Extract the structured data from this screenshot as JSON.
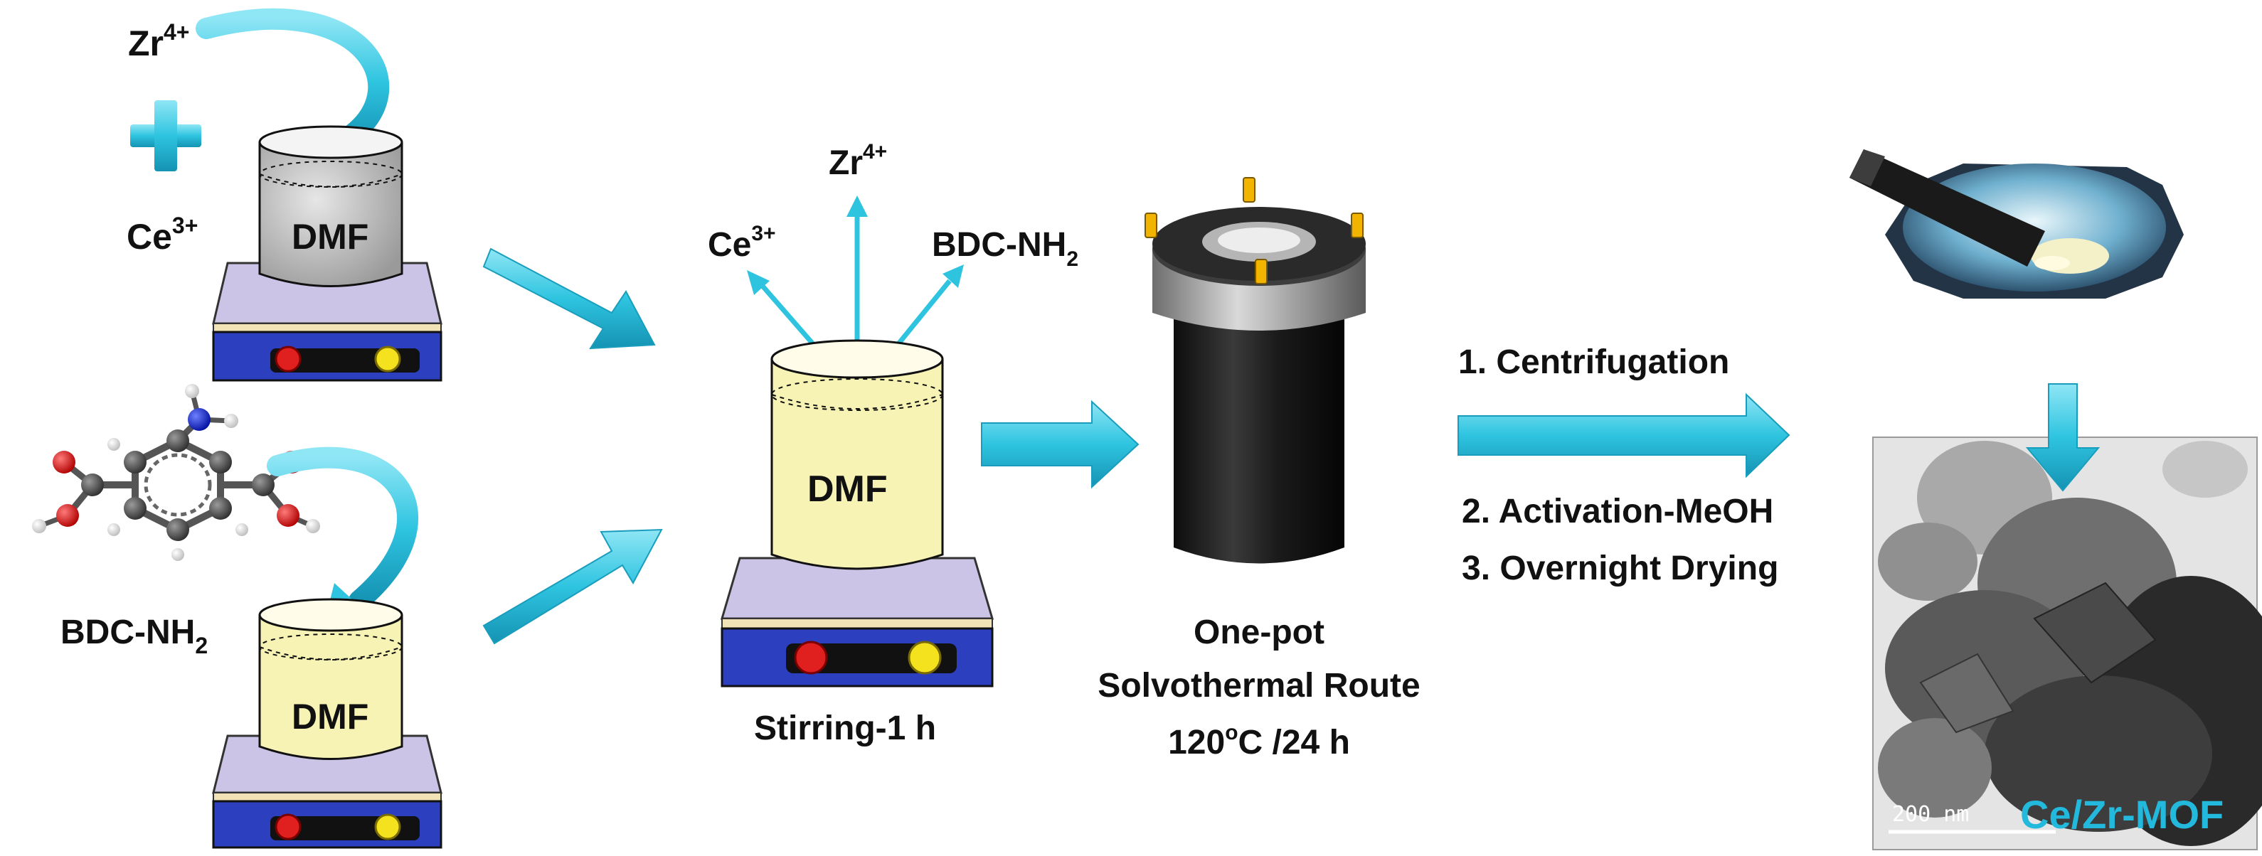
{
  "colors": {
    "arrow": "#2ec4e0",
    "arrow_dark": "#1a9dbd",
    "plate_top": "#cbc4e6",
    "plate_base": "#2b3fbf",
    "knob_red": "#e0201e",
    "knob_yellow": "#f3e21d",
    "solution_gray": "#bdbdbd",
    "solution_yellow": "#f7f3b5",
    "autoclave_body": "#151515",
    "autoclave_lid": "#5a5a5a",
    "mof_label": "#23b9dd"
  },
  "icons": {
    "cation_plus": "plus-icon",
    "curved_arrow": "curved-arrow-icon",
    "molecule": "molecule-icon",
    "beaker": "beaker-icon",
    "hot_plate": "hot-plate-icon",
    "autoclave": "autoclave-icon",
    "mortar": "mortar-pestle-icon"
  },
  "step1": {
    "top": {
      "cation_a": "Zr",
      "cation_a_charge": "4+",
      "cation_b": "Ce",
      "cation_b_charge": "3+",
      "solvent": "DMF"
    },
    "bottom": {
      "linker": "BDC-NH",
      "linker_sub": "2",
      "solvent": "DMF"
    }
  },
  "step2": {
    "ions": [
      {
        "symbol": "Zr",
        "charge": "4+"
      },
      {
        "symbol": "Ce",
        "charge": "3+"
      }
    ],
    "linker": "BDC-NH",
    "linker_sub": "2",
    "solvent": "DMF",
    "caption": "Stirring-1 h"
  },
  "step3": {
    "caption_line1": "One-pot",
    "caption_line2": "Solvothermal Route",
    "caption_line3_pre": "120",
    "caption_line3_sup": "o",
    "caption_line3_post": "C /24 h"
  },
  "step4": {
    "line1": "1. Centrifugation",
    "line2": "2. Activation-MeOH",
    "line3": "3. Overnight Drying"
  },
  "product": {
    "label": "Ce/Zr-MOF",
    "scalebar": "200 nm"
  }
}
